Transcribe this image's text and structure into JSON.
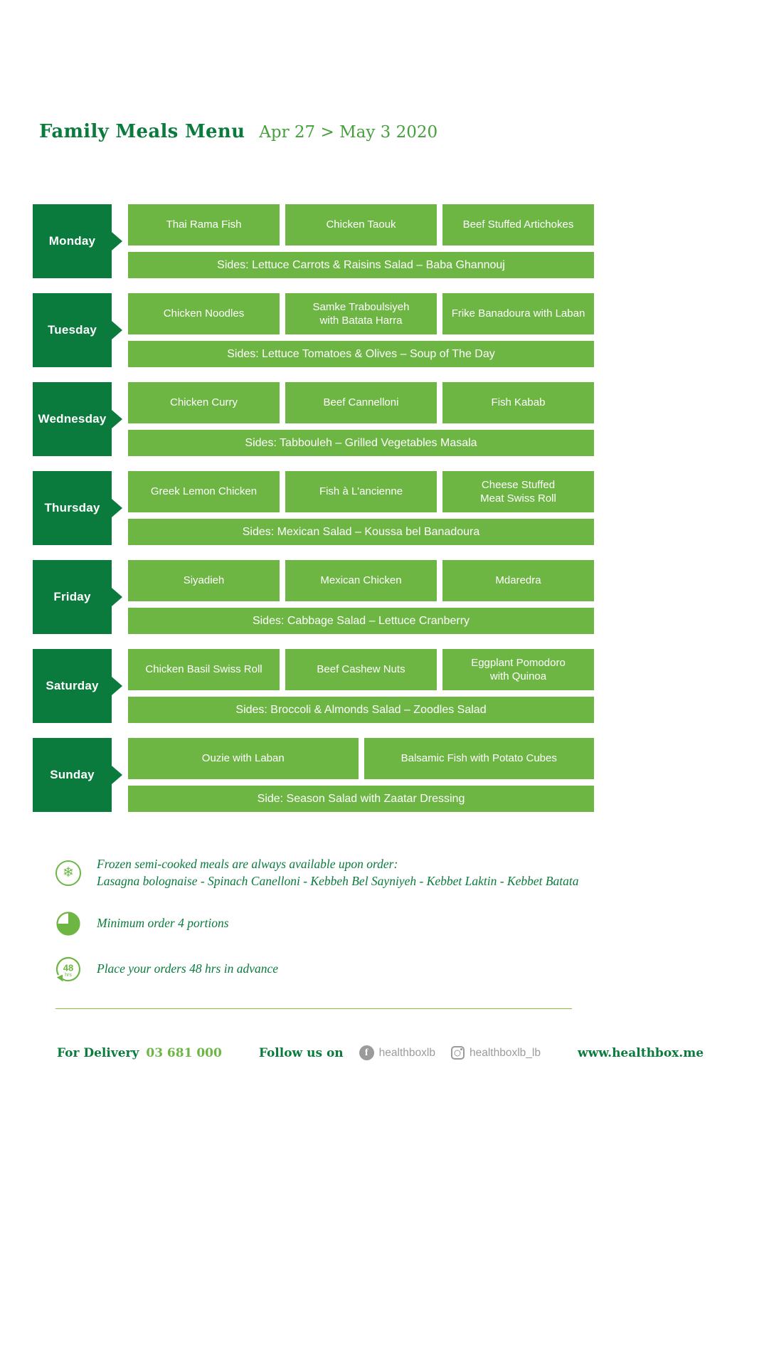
{
  "colors": {
    "dark_green": "#0a7b3d",
    "light_green": "#6eb644",
    "date_green": "#45a03c",
    "divider_green": "#7fc142",
    "gray": "#9b9b9b"
  },
  "header": {
    "title": "Family Meals Menu",
    "date_range": "Apr 27 > May 3 2020"
  },
  "menu": {
    "days": [
      {
        "label": "Monday",
        "meals": [
          "Thai Rama Fish",
          "Chicken Taouk",
          "Beef Stuffed Artichokes"
        ],
        "sides": "Sides: Lettuce Carrots & Raisins Salad – Baba Ghannouj"
      },
      {
        "label": "Tuesday",
        "meals": [
          "Chicken Noodles",
          "Samke Traboulsiyeh\nwith Batata Harra",
          "Frike Banadoura with Laban"
        ],
        "sides": "Sides: Lettuce Tomatoes & Olives – Soup of The Day"
      },
      {
        "label": "Wednesday",
        "meals": [
          "Chicken Curry",
          "Beef Cannelloni",
          "Fish Kabab"
        ],
        "sides": "Sides: Tabbouleh – Grilled Vegetables Masala"
      },
      {
        "label": "Thursday",
        "meals": [
          "Greek Lemon Chicken",
          "Fish à L'ancienne",
          "Cheese Stuffed\nMeat Swiss Roll"
        ],
        "sides": "Sides: Mexican Salad – Koussa bel Banadoura"
      },
      {
        "label": "Friday",
        "meals": [
          "Siyadieh",
          "Mexican Chicken",
          "Mdaredra"
        ],
        "sides": "Sides: Cabbage Salad – Lettuce Cranberry"
      },
      {
        "label": "Saturday",
        "meals": [
          "Chicken Basil Swiss Roll",
          "Beef Cashew Nuts",
          "Eggplant Pomodoro\nwith Quinoa"
        ],
        "sides": "Sides: Broccoli & Almonds Salad – Zoodles Salad"
      },
      {
        "label": "Sunday",
        "meals": [
          "Ouzie with Laban",
          "Balsamic Fish with Potato Cubes"
        ],
        "sides": "Side: Season Salad with Zaatar Dressing"
      }
    ]
  },
  "notes": {
    "frozen_line1": "Frozen semi-cooked meals are always available upon order:",
    "frozen_line2": "Lasagna bolognaise - Spinach Canelloni - Kebbeh Bel Sayniyeh - Kebbet Laktin - Kebbet Batata",
    "minimum": "Minimum order 4 portions",
    "advance": "Place your orders 48 hrs in advance",
    "badge_value": "48",
    "badge_unit": "hrs"
  },
  "icons": {
    "snowflake": "❄",
    "facebook_letter": "f"
  },
  "footer": {
    "delivery_label": "For Delivery",
    "delivery_number": "03 681 000",
    "follow_label": "Follow us on",
    "facebook_handle": "healthboxlb",
    "instagram_handle": "healthboxlb_lb",
    "website": "www.healthbox.me"
  }
}
